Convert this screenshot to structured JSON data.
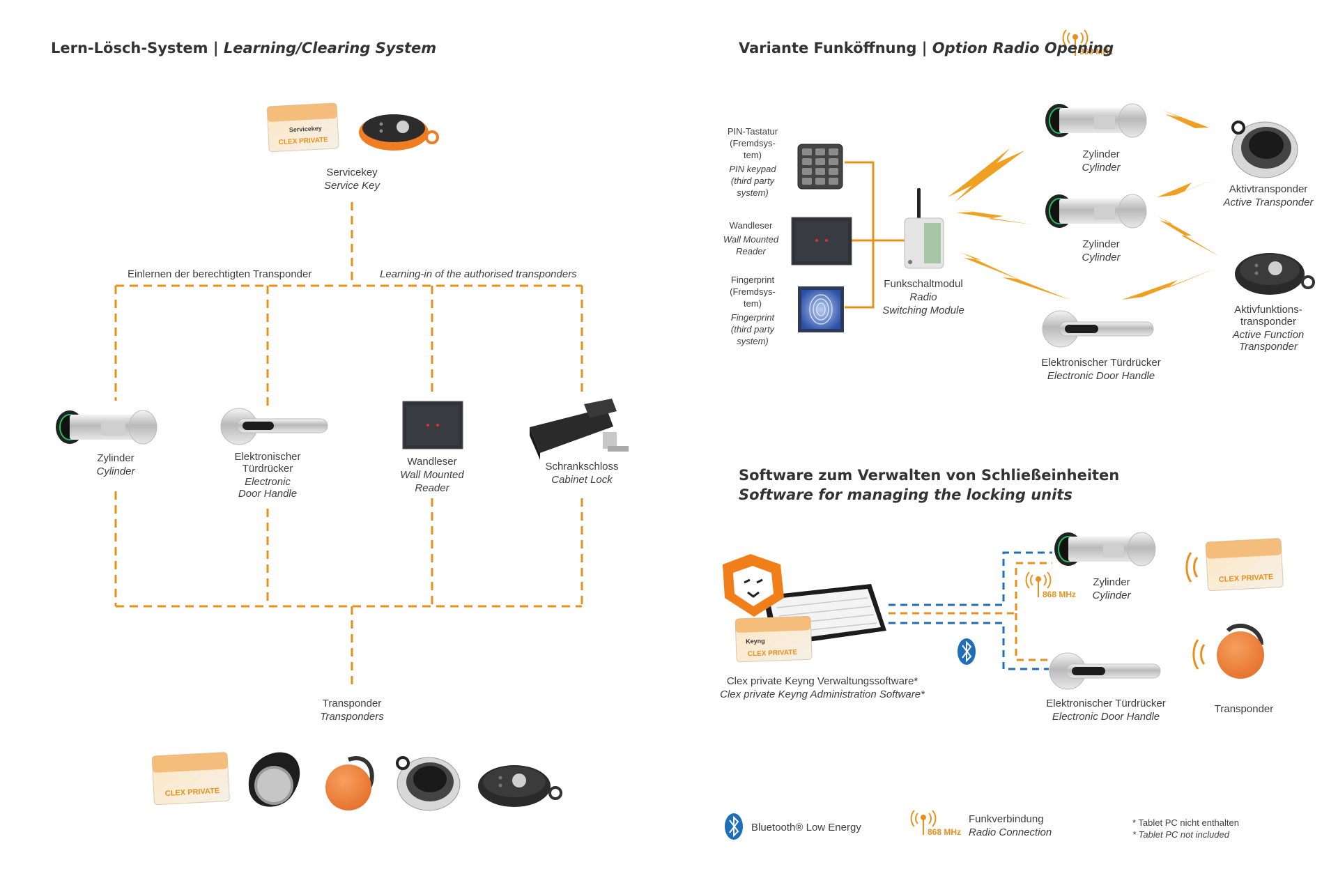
{
  "colors": {
    "orange": "#e8901a",
    "blue": "#1f6fb8",
    "dark": "#333333",
    "flash": "#f0a020"
  },
  "learn": {
    "title_de": "Lern-Lösch-System",
    "title_sep": "|",
    "title_en": "Learning/Clearing System",
    "servicekey": {
      "de": "Servicekey",
      "en": "Service Key",
      "card_label": "Servicekey",
      "card_brand": "CLEX PRIVATE"
    },
    "learn_label_de": "Einlernen der berechtigten Transponder",
    "learn_label_en": "Learning-in of the authorised transponders",
    "devices": {
      "cylinder": {
        "de": "Zylinder",
        "en": "Cylinder"
      },
      "handle": {
        "de1": "Elektronischer",
        "de2": "Türdrücker",
        "en1": "Electronic",
        "en2": "Door Handle"
      },
      "reader": {
        "de": "Wandleser",
        "en1": "Wall Mounted",
        "en2": "Reader"
      },
      "cabinet": {
        "de": "Schrankschloss",
        "en": "Cabinet Lock"
      }
    },
    "transponders": {
      "de": "Transponder",
      "en": "Transponders",
      "card_brand": "CLEX PRIVATE"
    }
  },
  "radio": {
    "title_de": "Variante Funköffnung",
    "title_sep": "|",
    "title_en": "Option Radio Opening",
    "freq": "868 MHz",
    "pin": {
      "l1": "PIN-Tastatur",
      "l2": "(Fremdsys-",
      "l3": "tem)",
      "e1": "PIN keypad",
      "e2": "(third party",
      "e3": "system)"
    },
    "wall": {
      "de": "Wandleser",
      "en1": "Wall Mounted",
      "en2": "Reader"
    },
    "finger": {
      "l1": "Fingerprint",
      "l2": "(Fremdsys-",
      "l3": "tem)",
      "e1": "Fingerprint",
      "e2": "(third party",
      "e3": "system)"
    },
    "module": {
      "de": "Funkschaltmodul",
      "en1": "Radio",
      "en2": "Switching Module"
    },
    "cyl1": {
      "de": "Zylinder",
      "en": "Cylinder"
    },
    "cyl2": {
      "de": "Zylinder",
      "en": "Cylinder"
    },
    "handle": {
      "de": "Elektronischer Türdrücker",
      "en": "Electronic Door Handle"
    },
    "active": {
      "de": "Aktivtransponder",
      "en": "Active Transponder"
    },
    "activefn": {
      "de1": "Aktivfunktions-",
      "de2": "transponder",
      "en1": "Active Function",
      "en2": "Transponder"
    }
  },
  "software": {
    "title_de": "Software zum Verwalten von Schließeinheiten",
    "title_en": "Software for managing the locking units",
    "app_de": "Clex private Keyng Verwaltungssoftware*",
    "app_en": "Clex private Keyng Administration Software*",
    "card_brand": "CLEX PRIVATE",
    "card_keyng": "Keyng",
    "freq": "868 MHz",
    "cyl": {
      "de": "Zylinder",
      "en": "Cylinder"
    },
    "handle": {
      "de": "Elektronischer Türdrücker",
      "en": "Electronic Door Handle"
    },
    "transponder": "Transponder"
  },
  "legend": {
    "bt": "Bluetooth® Low Energy",
    "freq": "868 MHz",
    "radio_de": "Funkverbindung",
    "radio_en": "Radio Connection",
    "note_de": "* Tablet PC nicht enthalten",
    "note_en": "* Tablet PC not included"
  }
}
